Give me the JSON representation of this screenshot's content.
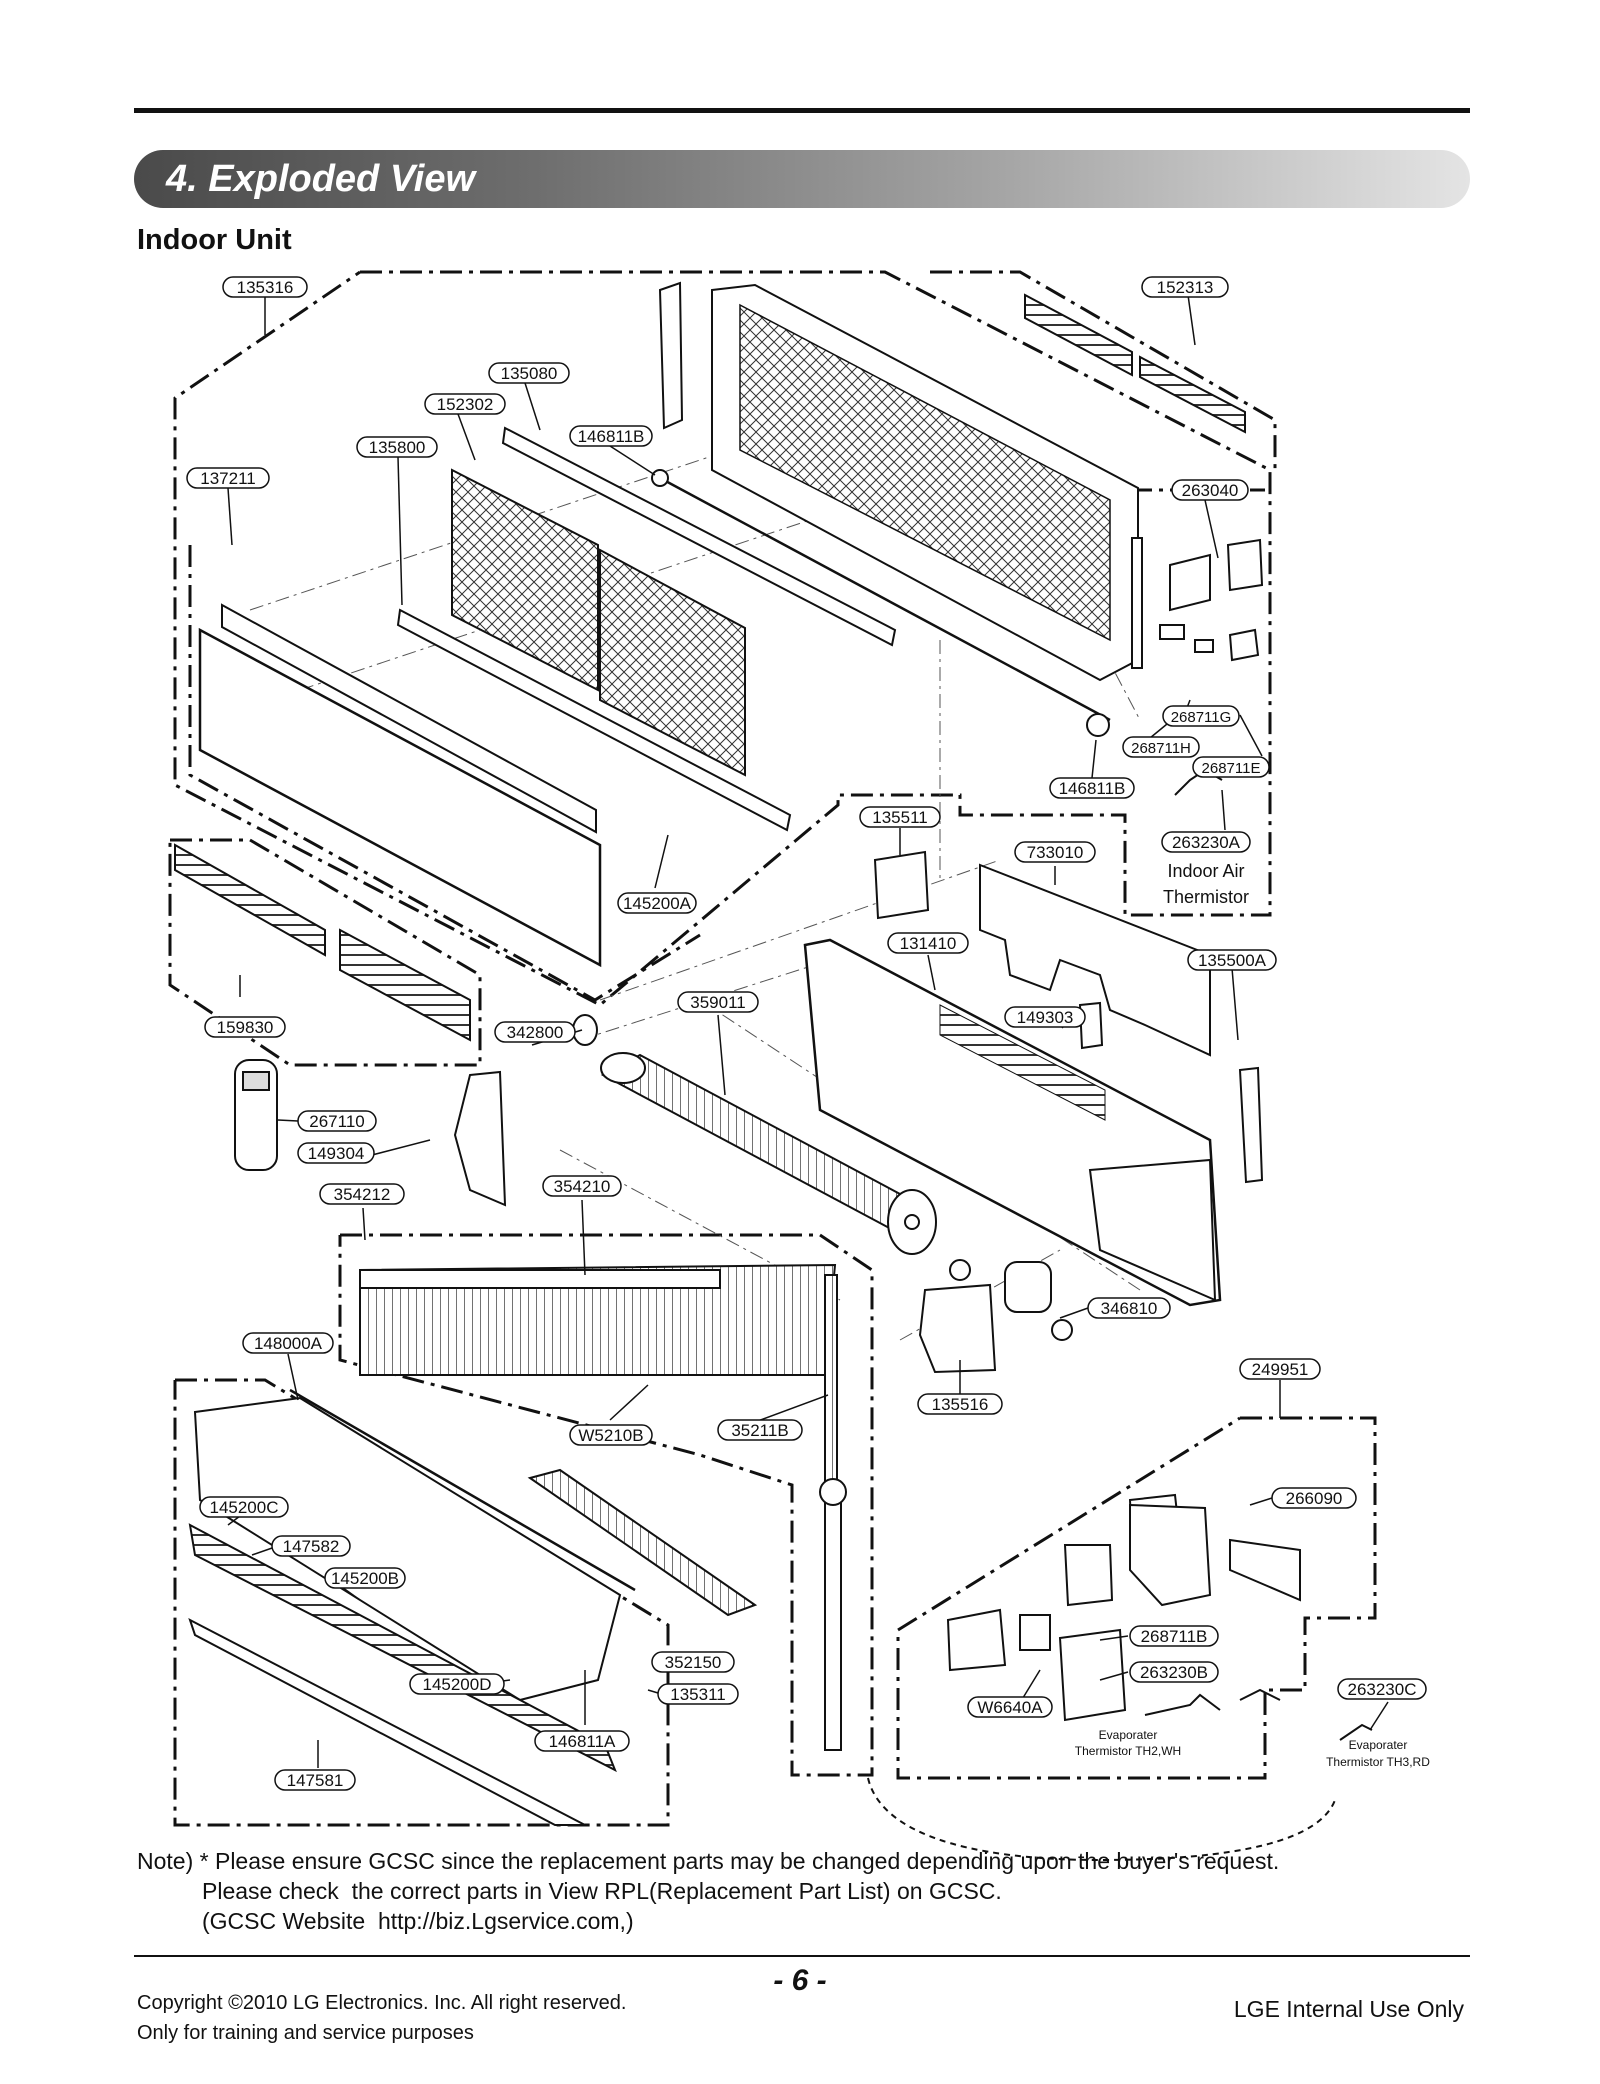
{
  "header": {
    "section_title": "4. Exploded View",
    "subtitle": "Indoor Unit"
  },
  "callouts": [
    {
      "id": "c1",
      "text": "135316"
    },
    {
      "id": "c2",
      "text": "152313"
    },
    {
      "id": "c3",
      "text": "135080"
    },
    {
      "id": "c4",
      "text": "152302"
    },
    {
      "id": "c5",
      "text": "146811B"
    },
    {
      "id": "c6",
      "text": "135800"
    },
    {
      "id": "c7",
      "text": "137211"
    },
    {
      "id": "c8",
      "text": "263040"
    },
    {
      "id": "c9",
      "text": "268711G"
    },
    {
      "id": "c10",
      "text": "268711H"
    },
    {
      "id": "c11",
      "text": "268711E"
    },
    {
      "id": "c12",
      "text": "146811B"
    },
    {
      "id": "c13",
      "text": "135511"
    },
    {
      "id": "c14",
      "text": "263230A"
    },
    {
      "id": "c15",
      "text": "733010"
    },
    {
      "id": "c16",
      "text": "145200A"
    },
    {
      "id": "c17",
      "text": "131410"
    },
    {
      "id": "c18",
      "text": "135500A"
    },
    {
      "id": "c19",
      "text": "359011"
    },
    {
      "id": "c20",
      "text": "149303"
    },
    {
      "id": "c21",
      "text": "159830"
    },
    {
      "id": "c22",
      "text": "342800"
    },
    {
      "id": "c23",
      "text": "267110"
    },
    {
      "id": "c24",
      "text": "149304"
    },
    {
      "id": "c25",
      "text": "354212"
    },
    {
      "id": "c26",
      "text": "354210"
    },
    {
      "id": "c27",
      "text": "346810"
    },
    {
      "id": "c28",
      "text": "148000A"
    },
    {
      "id": "c29",
      "text": "249951"
    },
    {
      "id": "c30",
      "text": "135516"
    },
    {
      "id": "c31",
      "text": "W5210B"
    },
    {
      "id": "c32",
      "text": "35211B"
    },
    {
      "id": "c33",
      "text": "266090"
    },
    {
      "id": "c34",
      "text": "145200C"
    },
    {
      "id": "c35",
      "text": "147582"
    },
    {
      "id": "c36",
      "text": "145200B"
    },
    {
      "id": "c37",
      "text": "268711B"
    },
    {
      "id": "c38",
      "text": "263230B"
    },
    {
      "id": "c39",
      "text": "352150"
    },
    {
      "id": "c40",
      "text": "145200D"
    },
    {
      "id": "c41",
      "text": "135311"
    },
    {
      "id": "c42",
      "text": "W6640A"
    },
    {
      "id": "c43",
      "text": "263230C"
    },
    {
      "id": "c44",
      "text": "146811A"
    },
    {
      "id": "c45",
      "text": "147581"
    }
  ],
  "annotations": {
    "indoor_air_line1": "Indoor Air",
    "indoor_air_line2": "Thermistor",
    "evap_th2_line1": "Evaporater",
    "evap_th2_line2": "Thermistor TH2,WH",
    "evap_th3_line1": "Evaporater",
    "evap_th3_line2": "Thermistor TH3,RD"
  },
  "note": {
    "line1": "Note) * Please ensure GCSC since the replacement parts may be changed depending upon the buyer's request.",
    "line2": "Please check  the correct parts in View RPL(Replacement Part List) on GCSC.",
    "line3": "(GCSC Website  http://biz.Lgservice.com,)"
  },
  "footer": {
    "copyright": "Copyright ©2010 LG Electronics. Inc. All right reserved.",
    "purpose": "Only for training and service purposes",
    "page": "- 6 -",
    "internal": "LGE Internal Use Only"
  }
}
